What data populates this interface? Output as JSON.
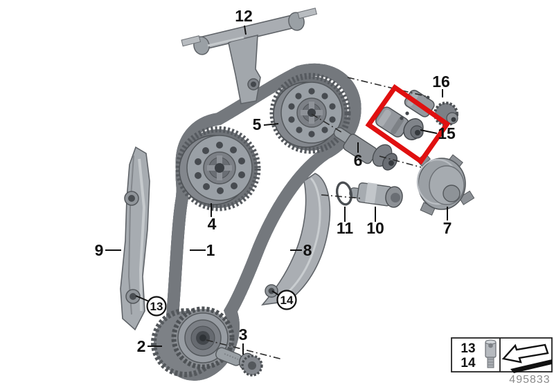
{
  "diagram": {
    "drawing_number": "495833",
    "highlight_color": "#e01010",
    "callouts": {
      "n1": "1",
      "n2": "2",
      "n3": "3",
      "n4": "4",
      "n5": "5",
      "n6": "6",
      "n7": "7",
      "n8": "8",
      "n9": "9",
      "n10": "10",
      "n11": "11",
      "n12": "12",
      "n15": "15",
      "n16": "16"
    },
    "circled_callouts": {
      "n13": "13",
      "n14": "14"
    },
    "legend": {
      "row1": "13",
      "row2": "14"
    },
    "icons": {
      "legend_fastener": "stud-bolt-icon",
      "legend_arrow": "direction-arrow-icon"
    }
  }
}
